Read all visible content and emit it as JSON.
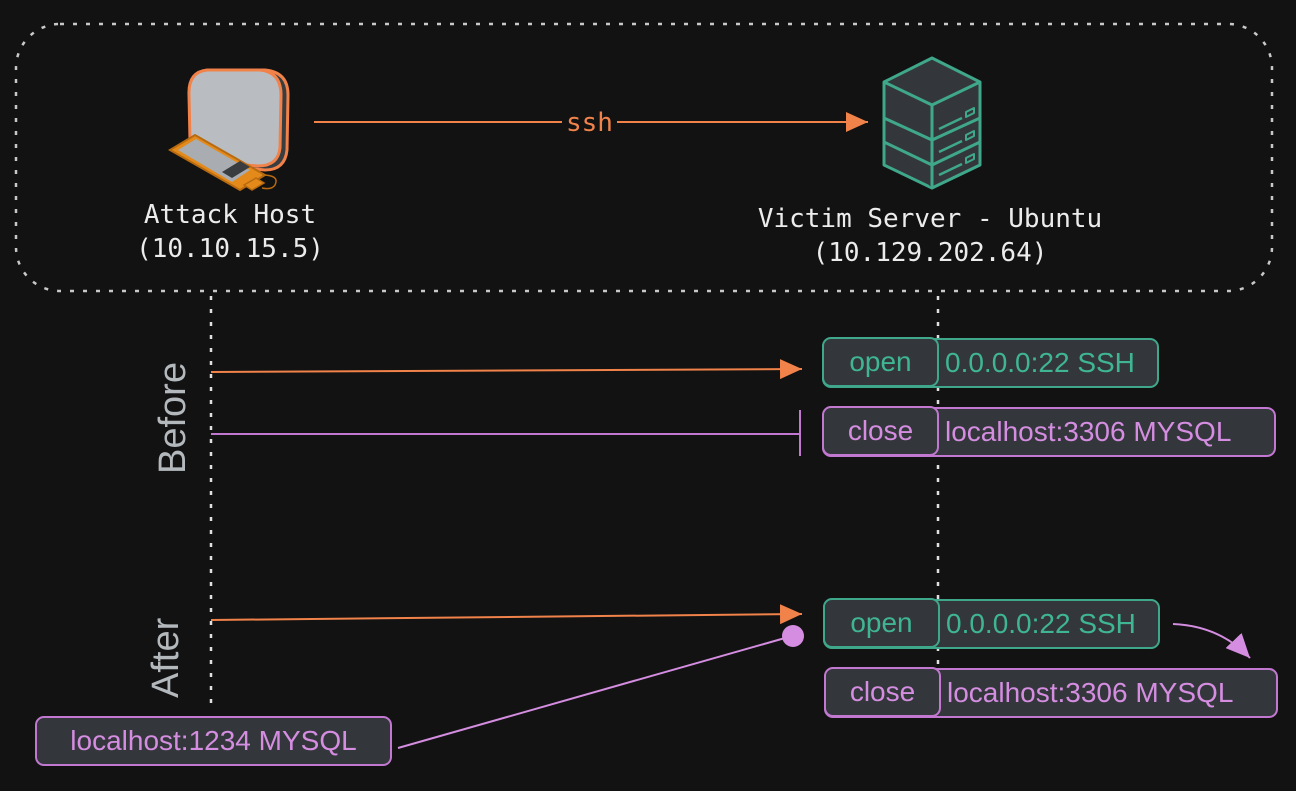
{
  "diagram": {
    "group_box": "network-group",
    "attack_host": {
      "name": "Attack Host",
      "ip": "(10.10.15.5)",
      "icon": "computer-icon"
    },
    "victim": {
      "name": "Victim Server - Ubuntu",
      "ip": "(10.129.202.64)",
      "icon": "server-stack-icon"
    },
    "connection_label": "ssh",
    "phases": {
      "before": "Before",
      "after": "After"
    },
    "before": {
      "ssh_port": {
        "state": "open",
        "address": "0.0.0.0:22 SSH"
      },
      "mysql_port": {
        "state": "close",
        "address": "localhost:3306 MYSQL"
      }
    },
    "after": {
      "ssh_port": {
        "state": "open",
        "address": "0.0.0.0:22 SSH"
      },
      "mysql_port": {
        "state": "close",
        "address": "localhost:3306 MYSQL"
      },
      "local_forward": "localhost:1234 MYSQL"
    },
    "colors": {
      "ssh": "#f0824a",
      "open": "#3fa88a",
      "mysql": "#c278d0",
      "background": "#121212",
      "box": "#33373b"
    }
  }
}
